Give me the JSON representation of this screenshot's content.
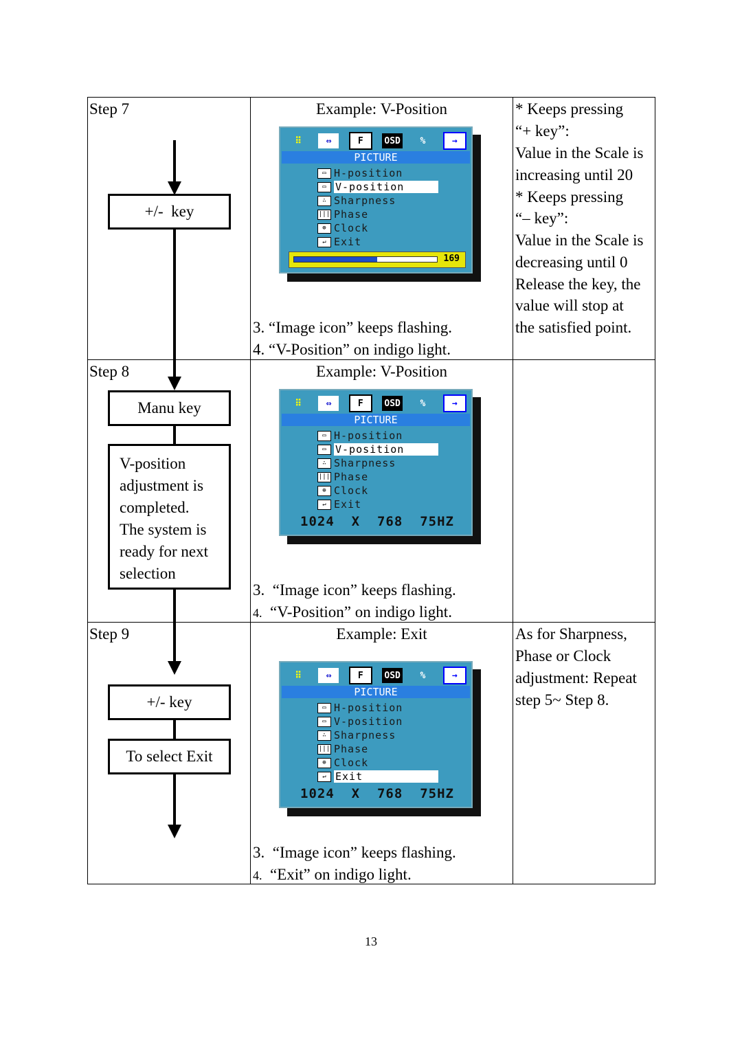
{
  "rows": [
    {
      "step": "Step 7",
      "flow": [
        "+/-  key"
      ],
      "example": "Example: V-Position",
      "osd": {
        "icons": [
          "⠿",
          "⇔",
          "F",
          "OSD",
          "%",
          "→"
        ],
        "title": "PICTURE",
        "items": [
          {
            "icon": "▭",
            "label": "H-position"
          },
          {
            "icon": "▭",
            "label": "V-position"
          },
          {
            "icon": "∴",
            "label": "Sharpness"
          },
          {
            "icon": "|||",
            "label": "Phase"
          },
          {
            "icon": "⊕",
            "label": "Clock"
          },
          {
            "icon": "↵",
            "label": "Exit"
          }
        ],
        "selected": 1,
        "footer_value": "169",
        "footer_progress": 0.58
      },
      "notes": [
        "3.  “Image icon” keeps flashing.",
        "4.  “V-Position” on indigo light."
      ],
      "note_numbers": [
        "3.",
        "4."
      ],
      "remark": [
        "* Keeps pressing",
        "“+ key”:",
        "Value in the Scale is",
        "increasing until 20",
        "* Keeps pressing",
        "“–  key”:",
        "Value in the Scale is",
        "decreasing until 0",
        "Release the key, the",
        "value will stop at",
        "the satisfied point."
      ]
    },
    {
      "step": "Step 8",
      "flow": [
        "Manu key",
        "V-position\nadjustment is\ncompleted.\nThe system is\nready for next\nselection"
      ],
      "example": "Example: V-Position",
      "osd": {
        "title": "PICTURE",
        "selected": 1,
        "footer_text": "1024  X  768  75HZ"
      },
      "notes": [
        "“Image icon” keeps flashing.",
        "“V-Position” on indigo light."
      ],
      "remark": []
    },
    {
      "step": "Step 9",
      "flow": [
        "+/- key",
        "To select Exit"
      ],
      "example": "Example: Exit",
      "osd": {
        "title": "PICTURE",
        "selected": 5,
        "footer_text": "1024  X  768  75HZ"
      },
      "notes": [
        "“Image icon” keeps flashing.",
        "“Exit” on indigo light."
      ],
      "remark": [
        "As for Sharpness,",
        "Phase or Clock",
        "adjustment: Repeat",
        "step 5~ Step 8."
      ]
    }
  ],
  "page_number": "13",
  "osd_items": [
    "H-position",
    "V-position",
    "Sharpness",
    "Phase",
    "Clock",
    "Exit"
  ],
  "osd_item_icons": [
    "▭",
    "▭",
    "∴",
    "|||",
    "⊕",
    "↵"
  ],
  "osd_bar_icons": [
    "⠿",
    "⇔",
    "F",
    "OSD",
    "%",
    "→"
  ],
  "osd_colors": {
    "background": "#3d9bbf",
    "title_bar": "#2a7fe0",
    "footer": "#e6e60a",
    "bar_fill": "#1e4fc8"
  }
}
